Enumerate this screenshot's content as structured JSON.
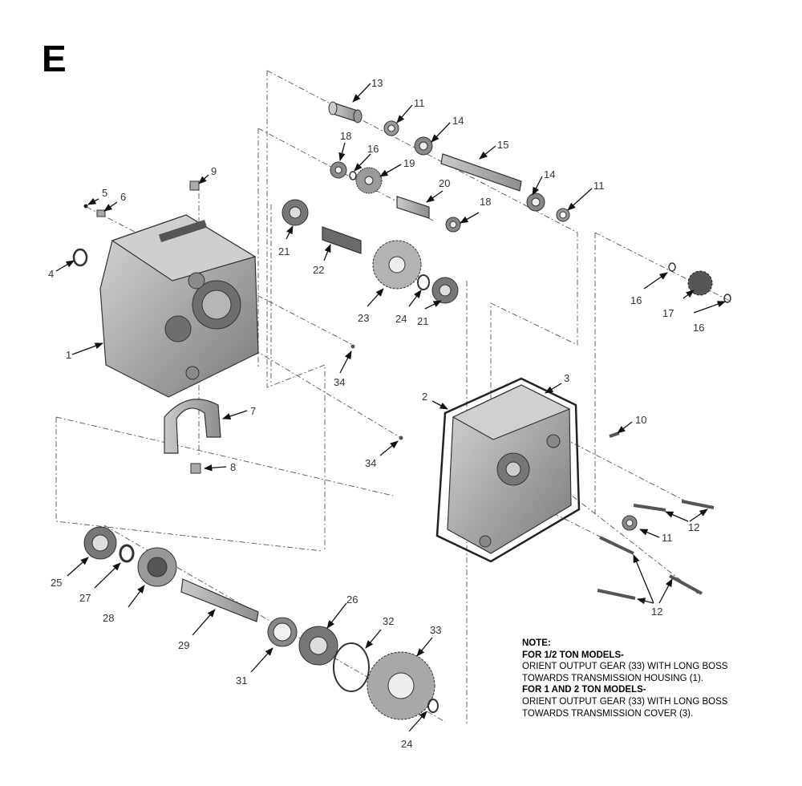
{
  "section": {
    "letter": "E"
  },
  "callouts": {
    "c1": "1",
    "c2": "2",
    "c3": "3",
    "c4": "4",
    "c5": "5",
    "c6": "6",
    "c7": "7",
    "c8": "8",
    "c9": "9",
    "c10": "10",
    "c11a": "11",
    "c11b": "11",
    "c11c": "11",
    "c12a": "12",
    "c12b": "12",
    "c13": "13",
    "c14a": "14",
    "c14b": "14",
    "c15": "15",
    "c16a": "16",
    "c16b": "16",
    "c16c": "16",
    "c17": "17",
    "c18a": "18",
    "c18b": "18",
    "c19": "19",
    "c20": "20",
    "c21a": "21",
    "c21b": "21",
    "c22": "22",
    "c23": "23",
    "c24a": "24",
    "c24b": "24",
    "c25": "25",
    "c26": "26",
    "c27": "27",
    "c28": "28",
    "c29": "29",
    "c31": "31",
    "c32": "32",
    "c33": "33",
    "c34a": "34",
    "c34b": "34"
  },
  "note": {
    "heading": "NOTE:",
    "half_ton_title": "FOR 1/2 TON MODELS-",
    "half_ton_line1": "ORIENT OUTPUT GEAR (33) WITH LONG BOSS",
    "half_ton_line2": "TOWARDS TRANSMISSION HOUSING (1).",
    "one_two_ton_title": "FOR 1 AND 2 TON MODELS-",
    "one_two_ton_line1": "ORIENT OUTPUT GEAR (33) WITH LONG BOSS",
    "one_two_ton_line2": "TOWARDS TRANSMISSION COVER (3)."
  }
}
